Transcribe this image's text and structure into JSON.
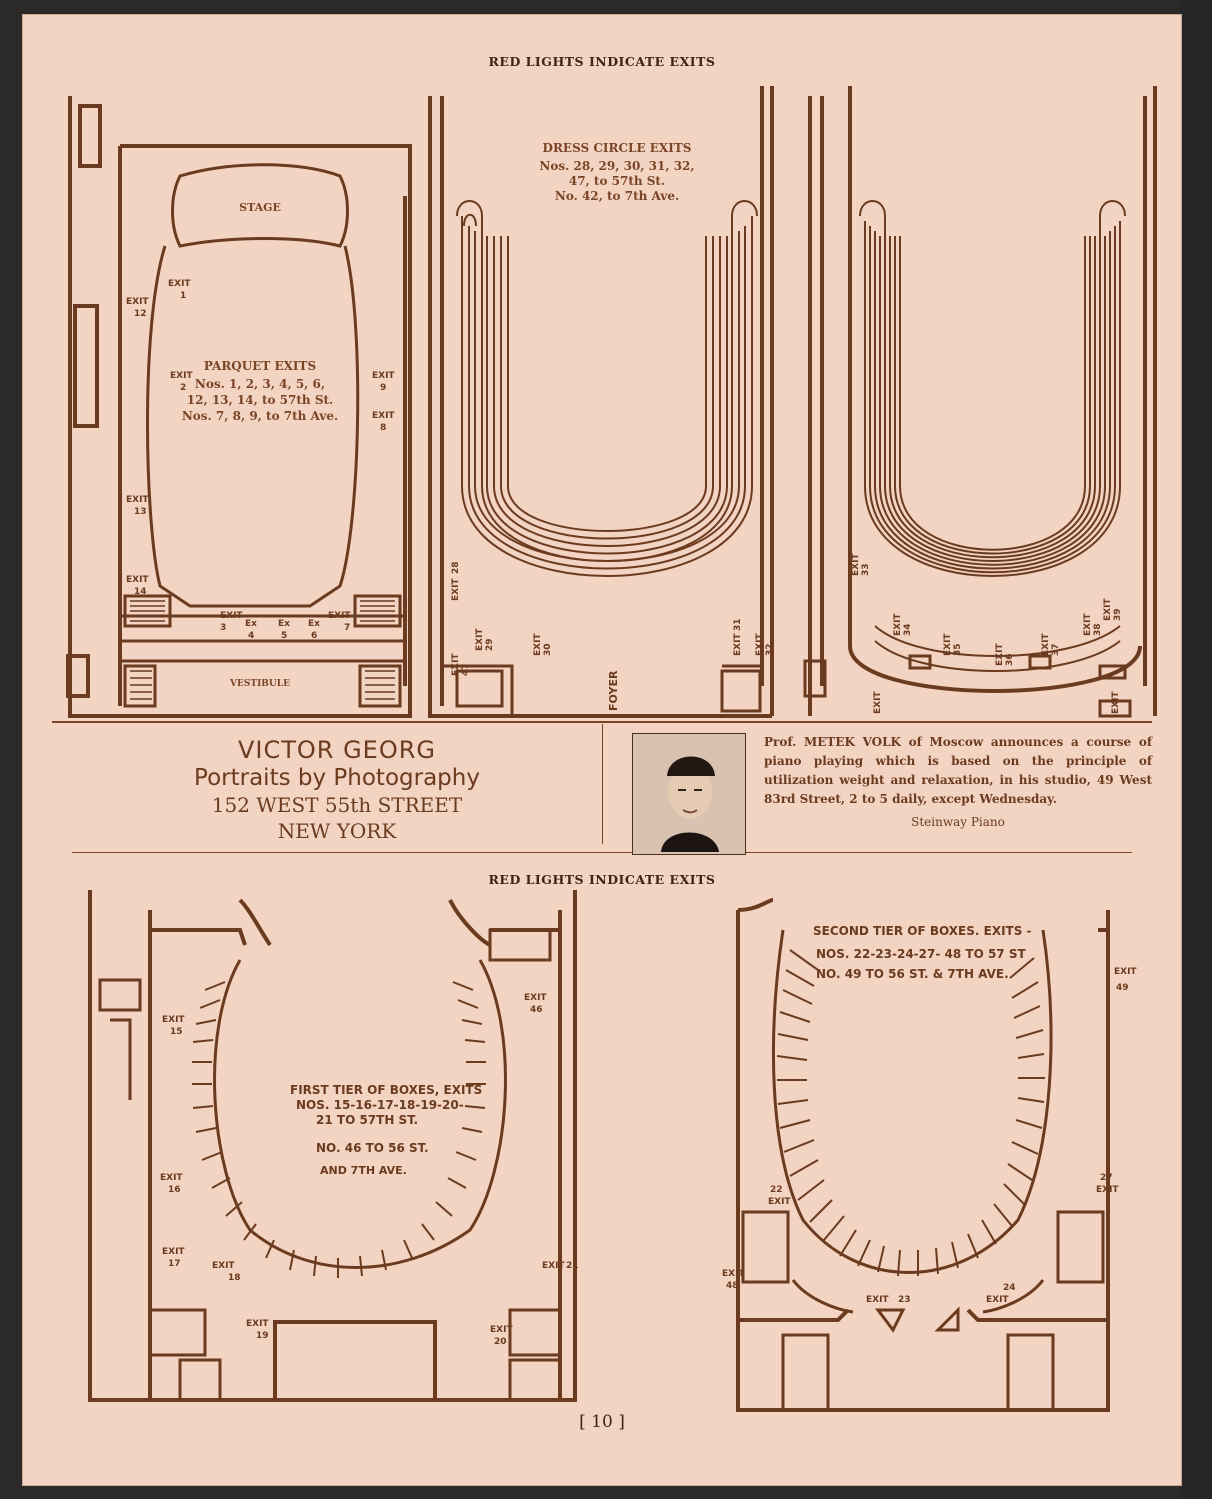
{
  "banner_top": "RED LIGHTS INDICATE EXITS",
  "banner_bottom": "RED LIGHTS INDICATE EXITS",
  "parquet": {
    "stage": "STAGE",
    "vestibule": "VESTIBULE",
    "title": "PARQUET EXITS",
    "line1": "Nos. 1, 2, 3, 4, 5, 6,",
    "line2": "12, 13, 14, to 57th St.",
    "line3": "Nos. 7, 8, 9, to 7th Ave.",
    "exit_word": "EXIT",
    "ex_word": "Ex",
    "exits": [
      "1",
      "2",
      "3",
      "4",
      "5",
      "6",
      "7",
      "8",
      "9",
      "12",
      "13",
      "14"
    ]
  },
  "dress_circle": {
    "title": "DRESS CIRCLE EXITS",
    "line1": "Nos. 28, 29, 30, 31, 32,",
    "line2": "47, to 57th St.",
    "line3": "No. 42, to 7th Ave.",
    "foyer": "FOYER",
    "exits": [
      "28",
      "47",
      "29",
      "30",
      "31",
      "32",
      "42"
    ]
  },
  "balcony_right": {
    "exits": [
      "33",
      "34",
      "35",
      "36",
      "37",
      "38",
      "39"
    ]
  },
  "georg": {
    "name": "VICTOR GEORG",
    "sub": "Portraits by Photography",
    "address": "152 WEST 55th STREET",
    "city": "NEW YORK"
  },
  "volk": {
    "prefix": "Prof. ",
    "name": "METEK VOLK",
    "body": " of Moscow announces a course of piano playing which is based on the principle of utilization weight and relaxation, in his studio, 49 West 83rd Street, 2 to 5 daily, except Wednesday.",
    "credit": "Steinway Piano"
  },
  "first_tier": {
    "line1": "FIRST TIER OF BOXES, EXITS",
    "line2": "NOS. 15-16-17-18-19-20-",
    "line3": "21 TO 57TH ST.",
    "line4": "NO. 46 TO 56 ST.",
    "line5": "AND 7TH AVE.",
    "exits": [
      "15",
      "16",
      "17",
      "18",
      "19",
      "20",
      "21",
      "46"
    ]
  },
  "second_tier": {
    "line1": "SECOND TIER OF BOXES. EXITS -",
    "line2": "NOS. 22-23-24-27- 48 TO 57 ST",
    "line3": "NO. 49 TO 56 ST. & 7TH AVE.",
    "exits": [
      "22",
      "23",
      "24",
      "27",
      "48",
      "49"
    ]
  },
  "page_number": "[ 10 ]"
}
